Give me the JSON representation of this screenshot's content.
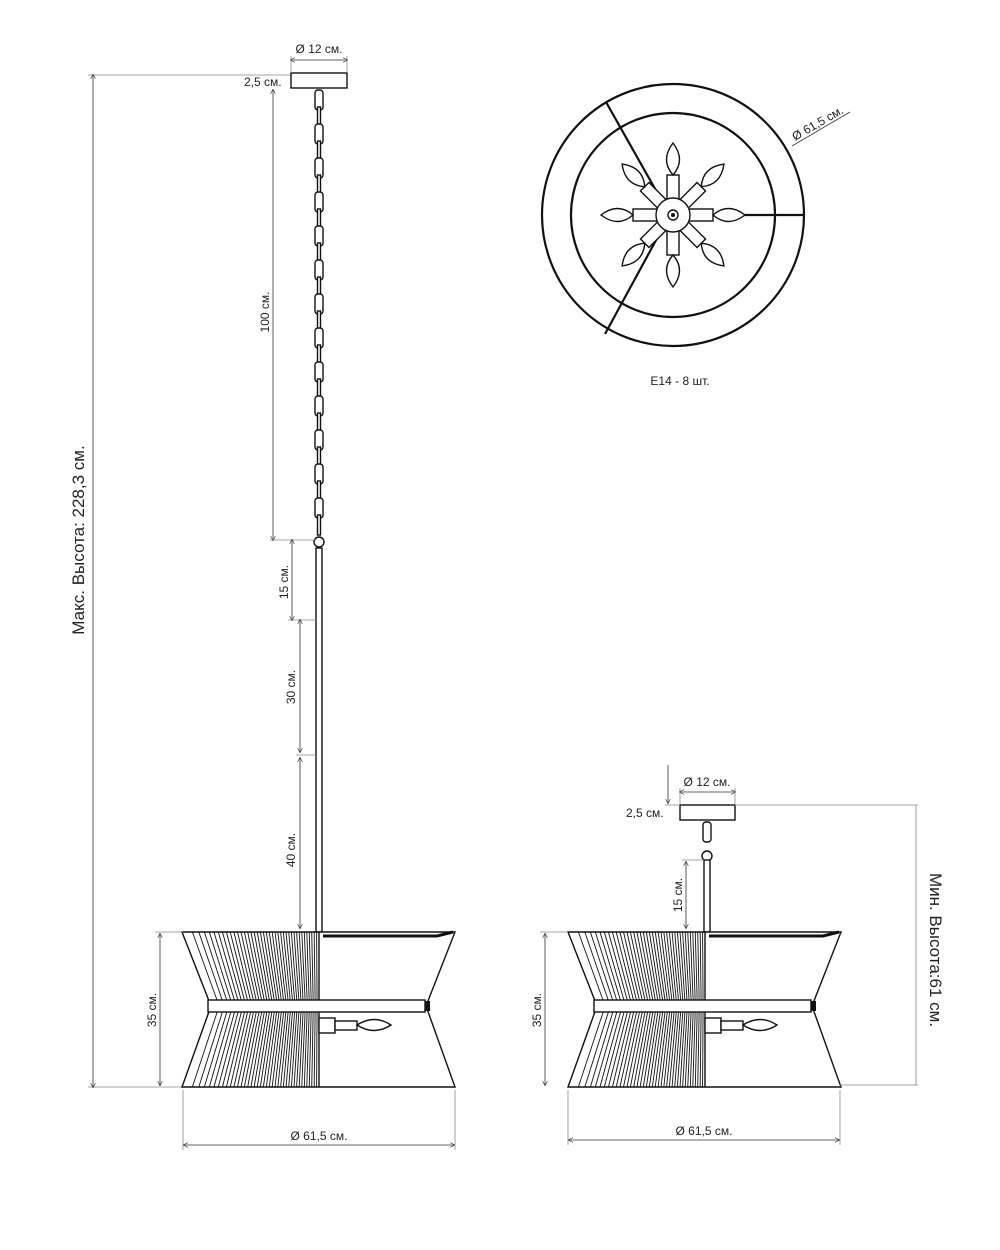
{
  "labels": {
    "max_height": "Макс. Высота: 228,3 см.",
    "min_height": "Мин. Высота:61 см.",
    "canopy_diameter": "Ø 12 см.",
    "canopy_height": "2,5 см.",
    "chain_length": "100 см.",
    "rod_15": "15 см.",
    "rod_30": "30 см.",
    "rod_40": "40 см.",
    "shade_height": "35 см.",
    "shade_diameter": "Ø 61,5 см.",
    "bulbs": "E14 - 8 шт."
  },
  "colors": {
    "line": "#111111",
    "dimension": "#333333"
  }
}
